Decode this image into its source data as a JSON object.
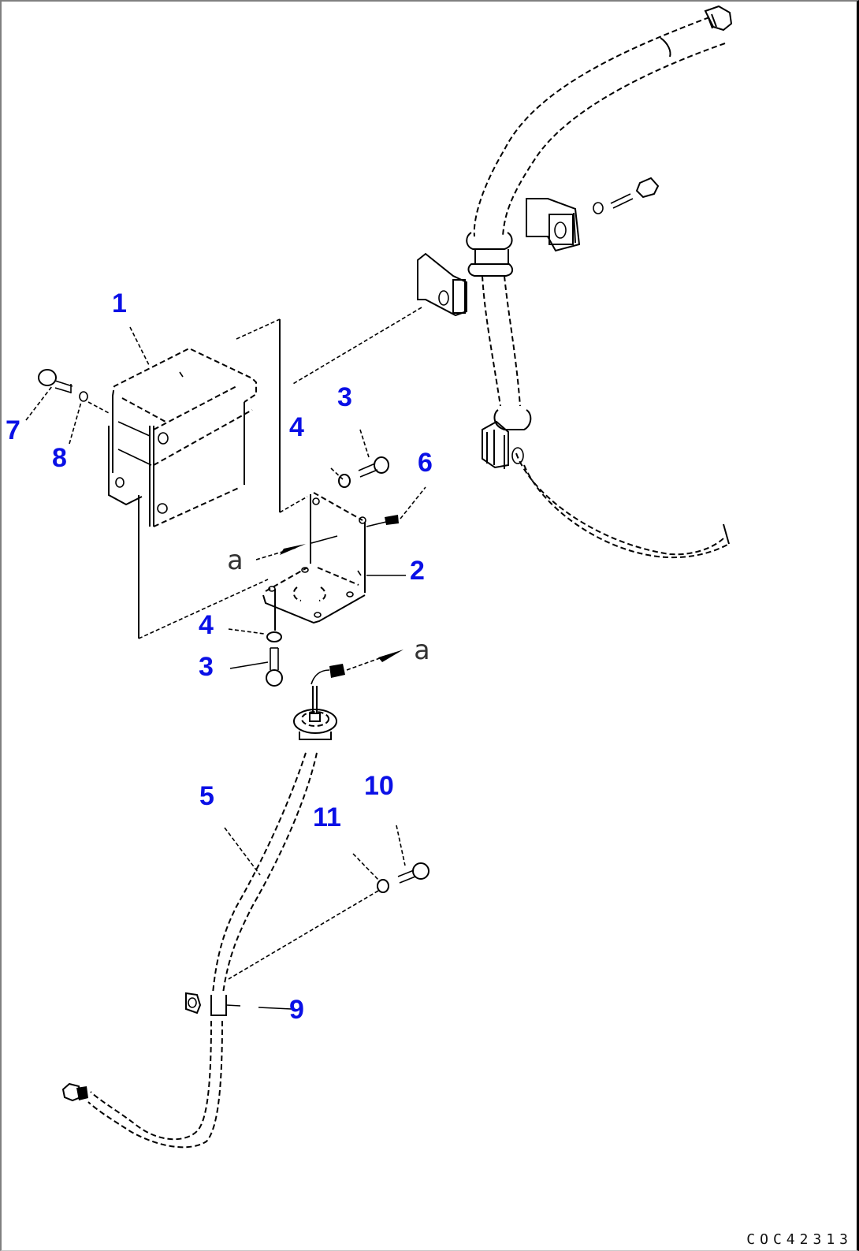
{
  "diagram": {
    "type": "exploded-parts-diagram",
    "drawing_code": "COC42313",
    "callout_color": "#0a10e6",
    "callouts": [
      {
        "id": "1",
        "part": "controller-box"
      },
      {
        "id": "2",
        "part": "mounting-bracket"
      },
      {
        "id": "3",
        "part": "bolt-upper"
      },
      {
        "id": "3",
        "part": "bolt-lower"
      },
      {
        "id": "4",
        "part": "washer-upper"
      },
      {
        "id": "4",
        "part": "washer-lower"
      },
      {
        "id": "5",
        "part": "wiring-harness"
      },
      {
        "id": "6",
        "part": "screw"
      },
      {
        "id": "7",
        "part": "bolt"
      },
      {
        "id": "8",
        "part": "washer"
      },
      {
        "id": "9",
        "part": "clamp"
      },
      {
        "id": "10",
        "part": "bolt"
      },
      {
        "id": "11",
        "part": "washer"
      }
    ],
    "reference_marks": [
      "a",
      "a"
    ]
  }
}
